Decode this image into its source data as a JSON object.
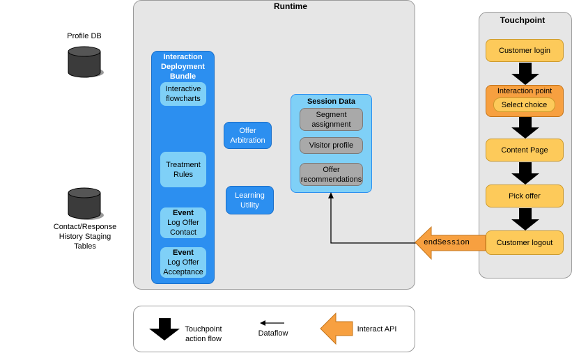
{
  "stores": {
    "profile_db": "Profile DB",
    "staging": [
      "Contact/Response",
      "History Staging",
      "Tables"
    ]
  },
  "runtime": {
    "title": "Runtime",
    "bundle": {
      "title": [
        "Interaction",
        "Deployment",
        "Bundle"
      ],
      "flowcharts": [
        "Interactive",
        "flowcharts"
      ],
      "treatment": [
        "Treatment",
        "Rules"
      ],
      "event_contact": {
        "head": "Event",
        "body": [
          "Log Offer",
          "Contact"
        ]
      },
      "event_accept": {
        "head": "Event",
        "body": [
          "Log Offer",
          "Acceptance"
        ]
      }
    },
    "offer_arbitration": [
      "Offer",
      "Arbitration"
    ],
    "learning_utility": [
      "Learning",
      "Utility"
    ],
    "session": {
      "title": "Session Data",
      "segment": [
        "Segment",
        "assignment"
      ],
      "visitor": "Visitor profile",
      "offer_rec": [
        "Offer",
        "recommendations"
      ]
    },
    "api_label": "endSession"
  },
  "touchpoint": {
    "title": "Touchpoint",
    "login": "Customer login",
    "interaction_point": "Interaction point",
    "select_choice": "Select choice",
    "content_page": "Content Page",
    "pick_offer": "Pick offer",
    "logout": "Customer logout"
  },
  "legend": {
    "action_flow": [
      "Touchpoint",
      "action flow"
    ],
    "dataflow": "Dataflow",
    "api": "Interact API"
  },
  "colors": {
    "panel": "#e6e6e6",
    "bundle_blue": "#2c8ff0",
    "light_blue": "#7fd0f7",
    "yellow": "#fdca5a",
    "orange": "#f7a040",
    "gray": "#a9a9a9"
  }
}
